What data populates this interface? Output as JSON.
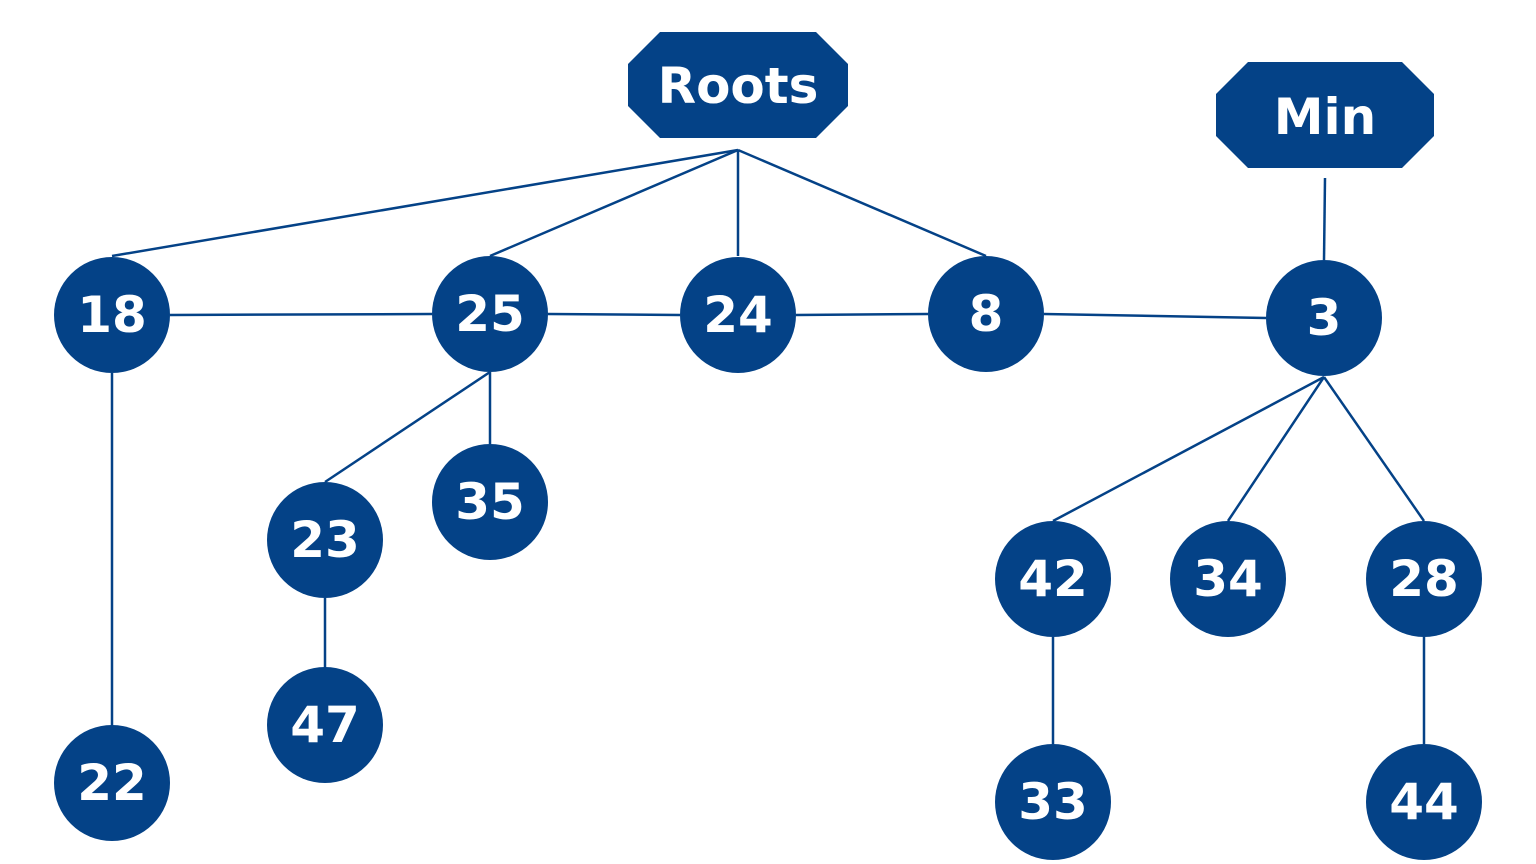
{
  "colors": {
    "node_fill": "#044287",
    "node_text": "#ffffff",
    "edge": "#044287",
    "background": "#ffffff"
  },
  "labels": {
    "roots": "Roots",
    "min": "Min"
  },
  "nodes": {
    "n18": "18",
    "n25": "25",
    "n24": "24",
    "n8": "8",
    "n3": "3",
    "n22": "22",
    "n23": "23",
    "n35": "35",
    "n47": "47",
    "n42": "42",
    "n34": "34",
    "n28": "28",
    "n33": "33",
    "n44": "44"
  }
}
